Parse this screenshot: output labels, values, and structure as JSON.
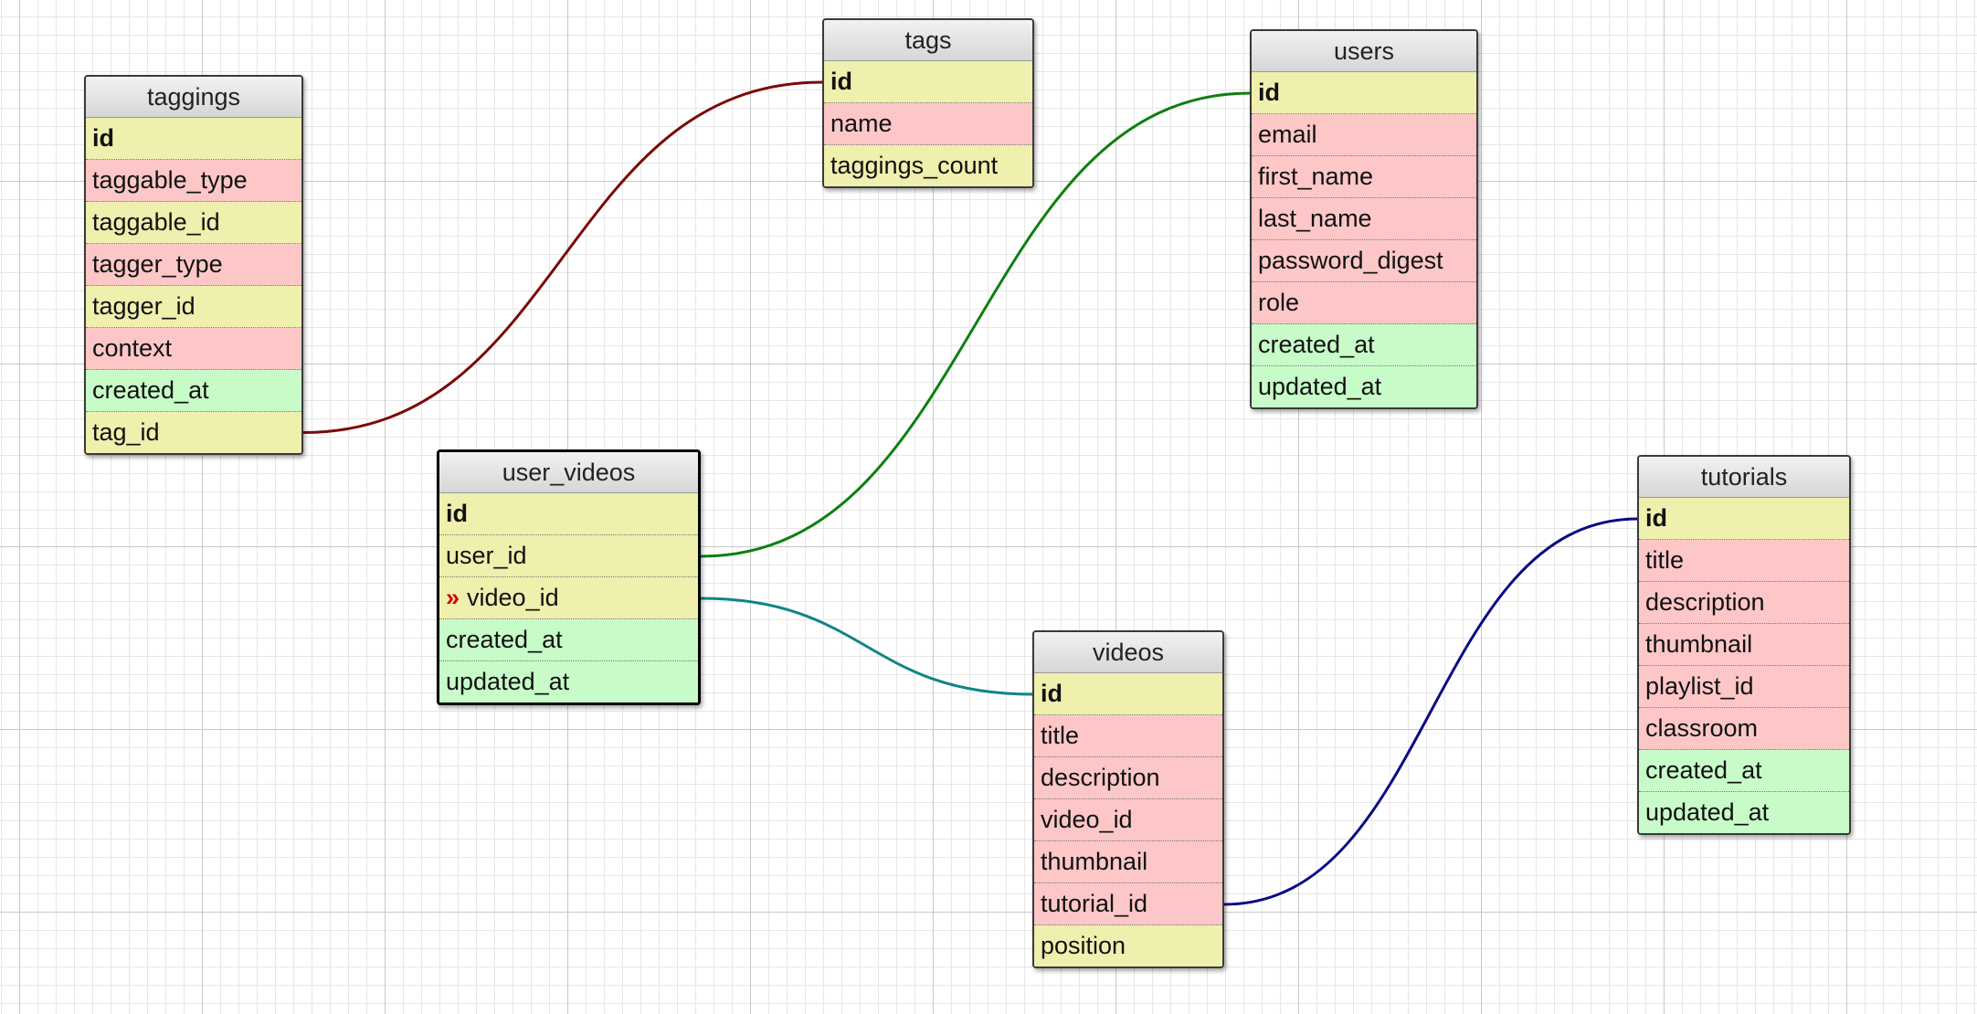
{
  "tables": {
    "taggings": {
      "name": "taggings",
      "fields": [
        "id",
        "taggable_type",
        "taggable_id",
        "tagger_type",
        "tagger_id",
        "context",
        "created_at",
        "tag_id"
      ]
    },
    "tags": {
      "name": "tags",
      "fields": [
        "id",
        "name",
        "taggings_count"
      ]
    },
    "users": {
      "name": "users",
      "fields": [
        "id",
        "email",
        "first_name",
        "last_name",
        "password_digest",
        "role",
        "created_at",
        "updated_at"
      ]
    },
    "user_videos": {
      "name": "user_videos",
      "fields": [
        "id",
        "user_id",
        "video_id",
        "created_at",
        "updated_at"
      ],
      "marker": "»"
    },
    "videos": {
      "name": "videos",
      "fields": [
        "id",
        "title",
        "description",
        "video_id",
        "thumbnail",
        "tutorial_id",
        "position"
      ]
    },
    "tutorials": {
      "name": "tutorials",
      "fields": [
        "id",
        "title",
        "description",
        "thumbnail",
        "playlist_id",
        "classroom",
        "created_at",
        "updated_at"
      ]
    }
  },
  "relations": [
    {
      "from": "taggings.tag_id",
      "to": "tags.id",
      "color": "#7a0a0a"
    },
    {
      "from": "user_videos.user_id",
      "to": "users.id",
      "color": "#0f7f0f"
    },
    {
      "from": "user_videos.video_id",
      "to": "videos.id",
      "color": "#0f8585"
    },
    {
      "from": "videos.tutorial_id",
      "to": "tutorials.id",
      "color": "#0a0a85"
    }
  ],
  "colors": {
    "key_field": "#efefae",
    "text_field": "#fdc7c7",
    "timestamp_field": "#c7fcc9",
    "selected_marker": "#d40000"
  }
}
